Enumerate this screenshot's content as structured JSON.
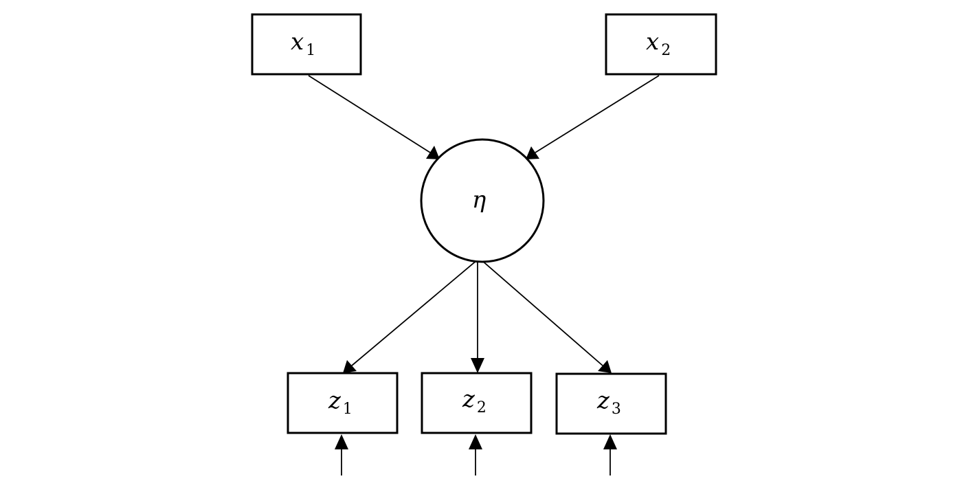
{
  "diagram": {
    "nodes": {
      "x1": {
        "symbol": "x",
        "subscript": "1"
      },
      "x2": {
        "symbol": "x",
        "subscript": "2"
      },
      "eta": {
        "symbol": "η"
      },
      "z1": {
        "symbol": "z",
        "subscript": "1"
      },
      "z2": {
        "symbol": "z",
        "subscript": "2"
      },
      "z3": {
        "symbol": "z",
        "subscript": "3"
      }
    },
    "edges": [
      {
        "from": "x1",
        "to": "eta"
      },
      {
        "from": "x2",
        "to": "eta"
      },
      {
        "from": "eta",
        "to": "z1"
      },
      {
        "from": "eta",
        "to": "z2"
      },
      {
        "from": "eta",
        "to": "z3"
      },
      {
        "from": "error",
        "to": "z1"
      },
      {
        "from": "error",
        "to": "z2"
      },
      {
        "from": "error",
        "to": "z3"
      }
    ],
    "colors": {
      "stroke": "#000000",
      "background": "#ffffff"
    }
  }
}
